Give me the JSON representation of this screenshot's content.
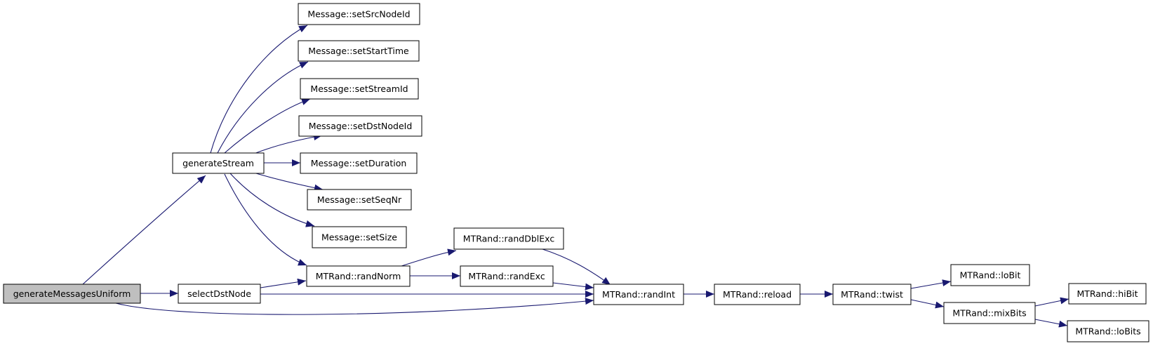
{
  "graph": {
    "root": "generateMessagesUniform",
    "nodes": {
      "n_gmu": "generateMessagesUniform",
      "n_gs": "generateStream",
      "n_sdn": "selectDstNode",
      "n_src": "Message::setSrcNodeId",
      "n_st": "Message::setStartTime",
      "n_sid": "Message::setStreamId",
      "n_dst": "Message::setDstNodeId",
      "n_dur": "Message::setDuration",
      "n_seq": "Message::setSeqNr",
      "n_size": "Message::setSize",
      "n_rn": "MTRand::randNorm",
      "n_rde": "MTRand::randDblExc",
      "n_re": "MTRand::randExc",
      "n_ri": "MTRand::randInt",
      "n_rl": "MTRand::reload",
      "n_tw": "MTRand::twist",
      "n_lobit": "MTRand::loBit",
      "n_mix": "MTRand::mixBits",
      "n_hibit": "MTRand::hiBit",
      "n_lobits": "MTRand::loBits"
    },
    "colors": {
      "edge": "#191970",
      "root_fill": "#bfbfbf",
      "node_fill": "#ffffff",
      "node_border": "#000000"
    }
  }
}
